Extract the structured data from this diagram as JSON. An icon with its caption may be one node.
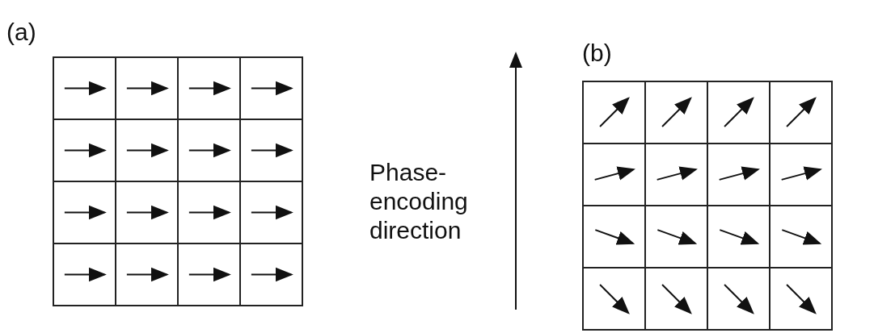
{
  "diagram": {
    "labels": [
      "(a)",
      "(b)",
      "Phase-encoding direction"
    ]
  }
}
